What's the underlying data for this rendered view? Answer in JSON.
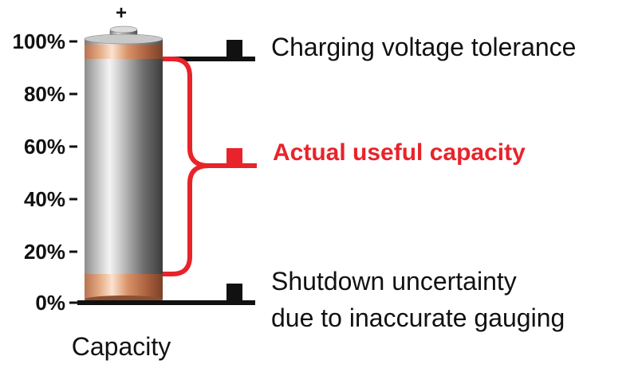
{
  "battery": {
    "positive_terminal": "+"
  },
  "axis": {
    "title": "Capacity",
    "ticks": [
      "100%",
      "80%",
      "60%",
      "40%",
      "20%",
      "0%"
    ]
  },
  "annotations": {
    "top": "Charging voltage tolerance",
    "middle": "Actual useful capacity",
    "bottom_line1": "Shutdown uncertainty",
    "bottom_line2": "due to inaccurate gauging"
  },
  "colors": {
    "accent_red": "#e8232a",
    "marker_black": "#111111",
    "copper": "#d99368"
  }
}
